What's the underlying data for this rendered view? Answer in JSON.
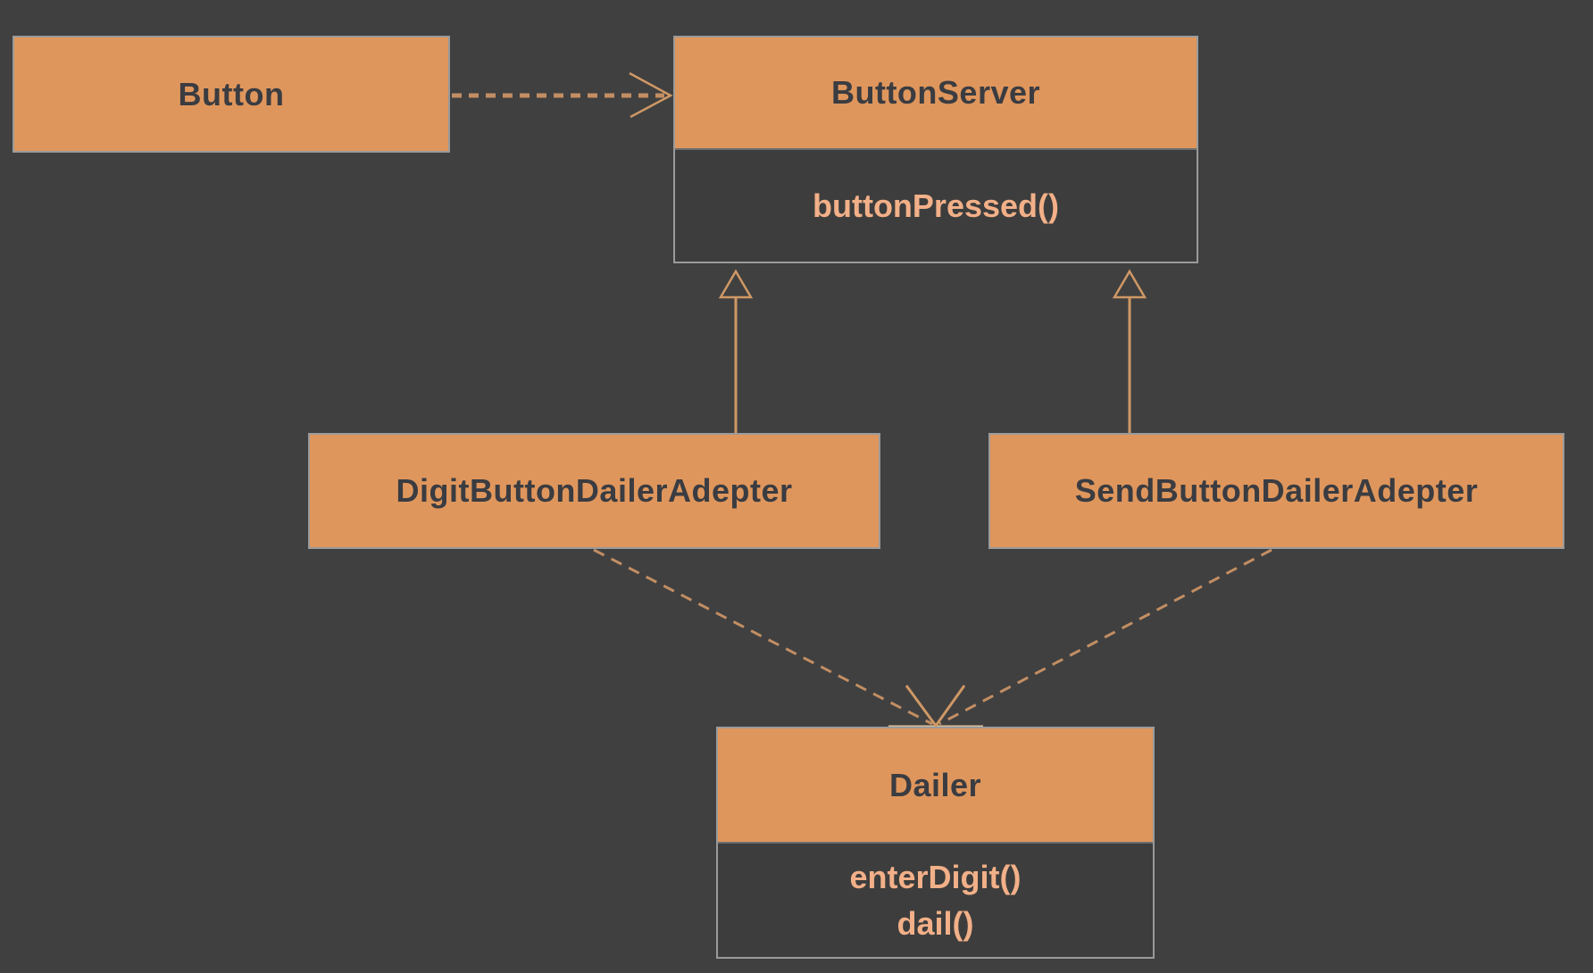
{
  "diagram": {
    "kind": "uml-class-diagram",
    "pattern": "adapter",
    "background": "#404040"
  },
  "colors": {
    "bg": "#404040",
    "fill": "#df965c",
    "body-fill": "#3d3d3d",
    "border": "#9a9a9a",
    "divider": "#6e6e6e",
    "title": "#3a3c41",
    "method": "#f2b088",
    "connector": "#c28e63",
    "connector-strong": "#cf9865",
    "highlight": "#d8bf98"
  },
  "classes": [
    {
      "id": "button",
      "name": "Button",
      "methods": []
    },
    {
      "id": "button-server",
      "name": "ButtonServer",
      "methods": [
        "buttonPressed()"
      ]
    },
    {
      "id": "digit-adapter",
      "name": "DigitButtonDailerAdepter",
      "methods": []
    },
    {
      "id": "send-adapter",
      "name": "SendButtonDailerAdepter",
      "methods": []
    },
    {
      "id": "dailer",
      "name": "Dailer",
      "methods": [
        "enterDigit()",
        "dail()"
      ]
    }
  ],
  "relationships": [
    {
      "from": "Button",
      "to": "ButtonServer",
      "type": "dependency",
      "line": "dashed",
      "arrowhead": "open-chevron"
    },
    {
      "from": "DigitButtonDailerAdepter",
      "to": "ButtonServer",
      "type": "generalization",
      "line": "solid",
      "arrowhead": "hollow-triangle"
    },
    {
      "from": "SendButtonDailerAdepter",
      "to": "ButtonServer",
      "type": "generalization",
      "line": "solid",
      "arrowhead": "hollow-triangle"
    },
    {
      "from": "DigitButtonDailerAdepter",
      "to": "Dailer",
      "type": "dependency",
      "line": "dashed",
      "arrowhead": "open-chevron"
    },
    {
      "from": "SendButtonDailerAdepter",
      "to": "Dailer",
      "type": "dependency",
      "line": "dashed",
      "arrowhead": "open-chevron"
    }
  ]
}
